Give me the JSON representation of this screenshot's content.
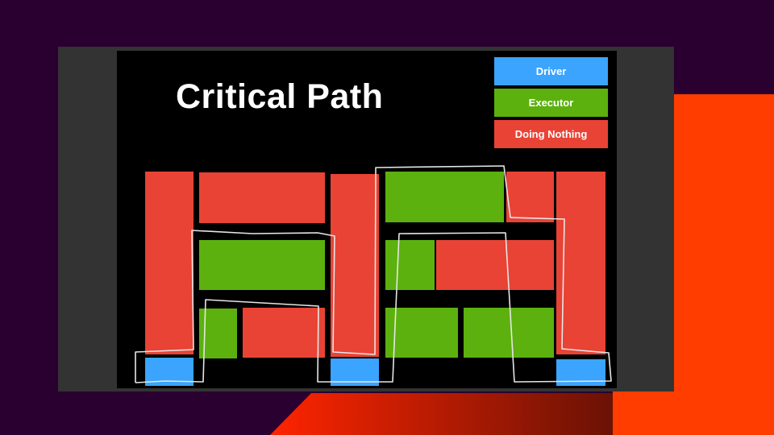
{
  "slide": {
    "title": "Critical Path",
    "legend": [
      {
        "label": "Driver",
        "color": "#3aa4ff"
      },
      {
        "label": "Executor",
        "color": "#5cb10e"
      },
      {
        "label": "Doing Nothing",
        "color": "#e84335"
      }
    ]
  }
}
